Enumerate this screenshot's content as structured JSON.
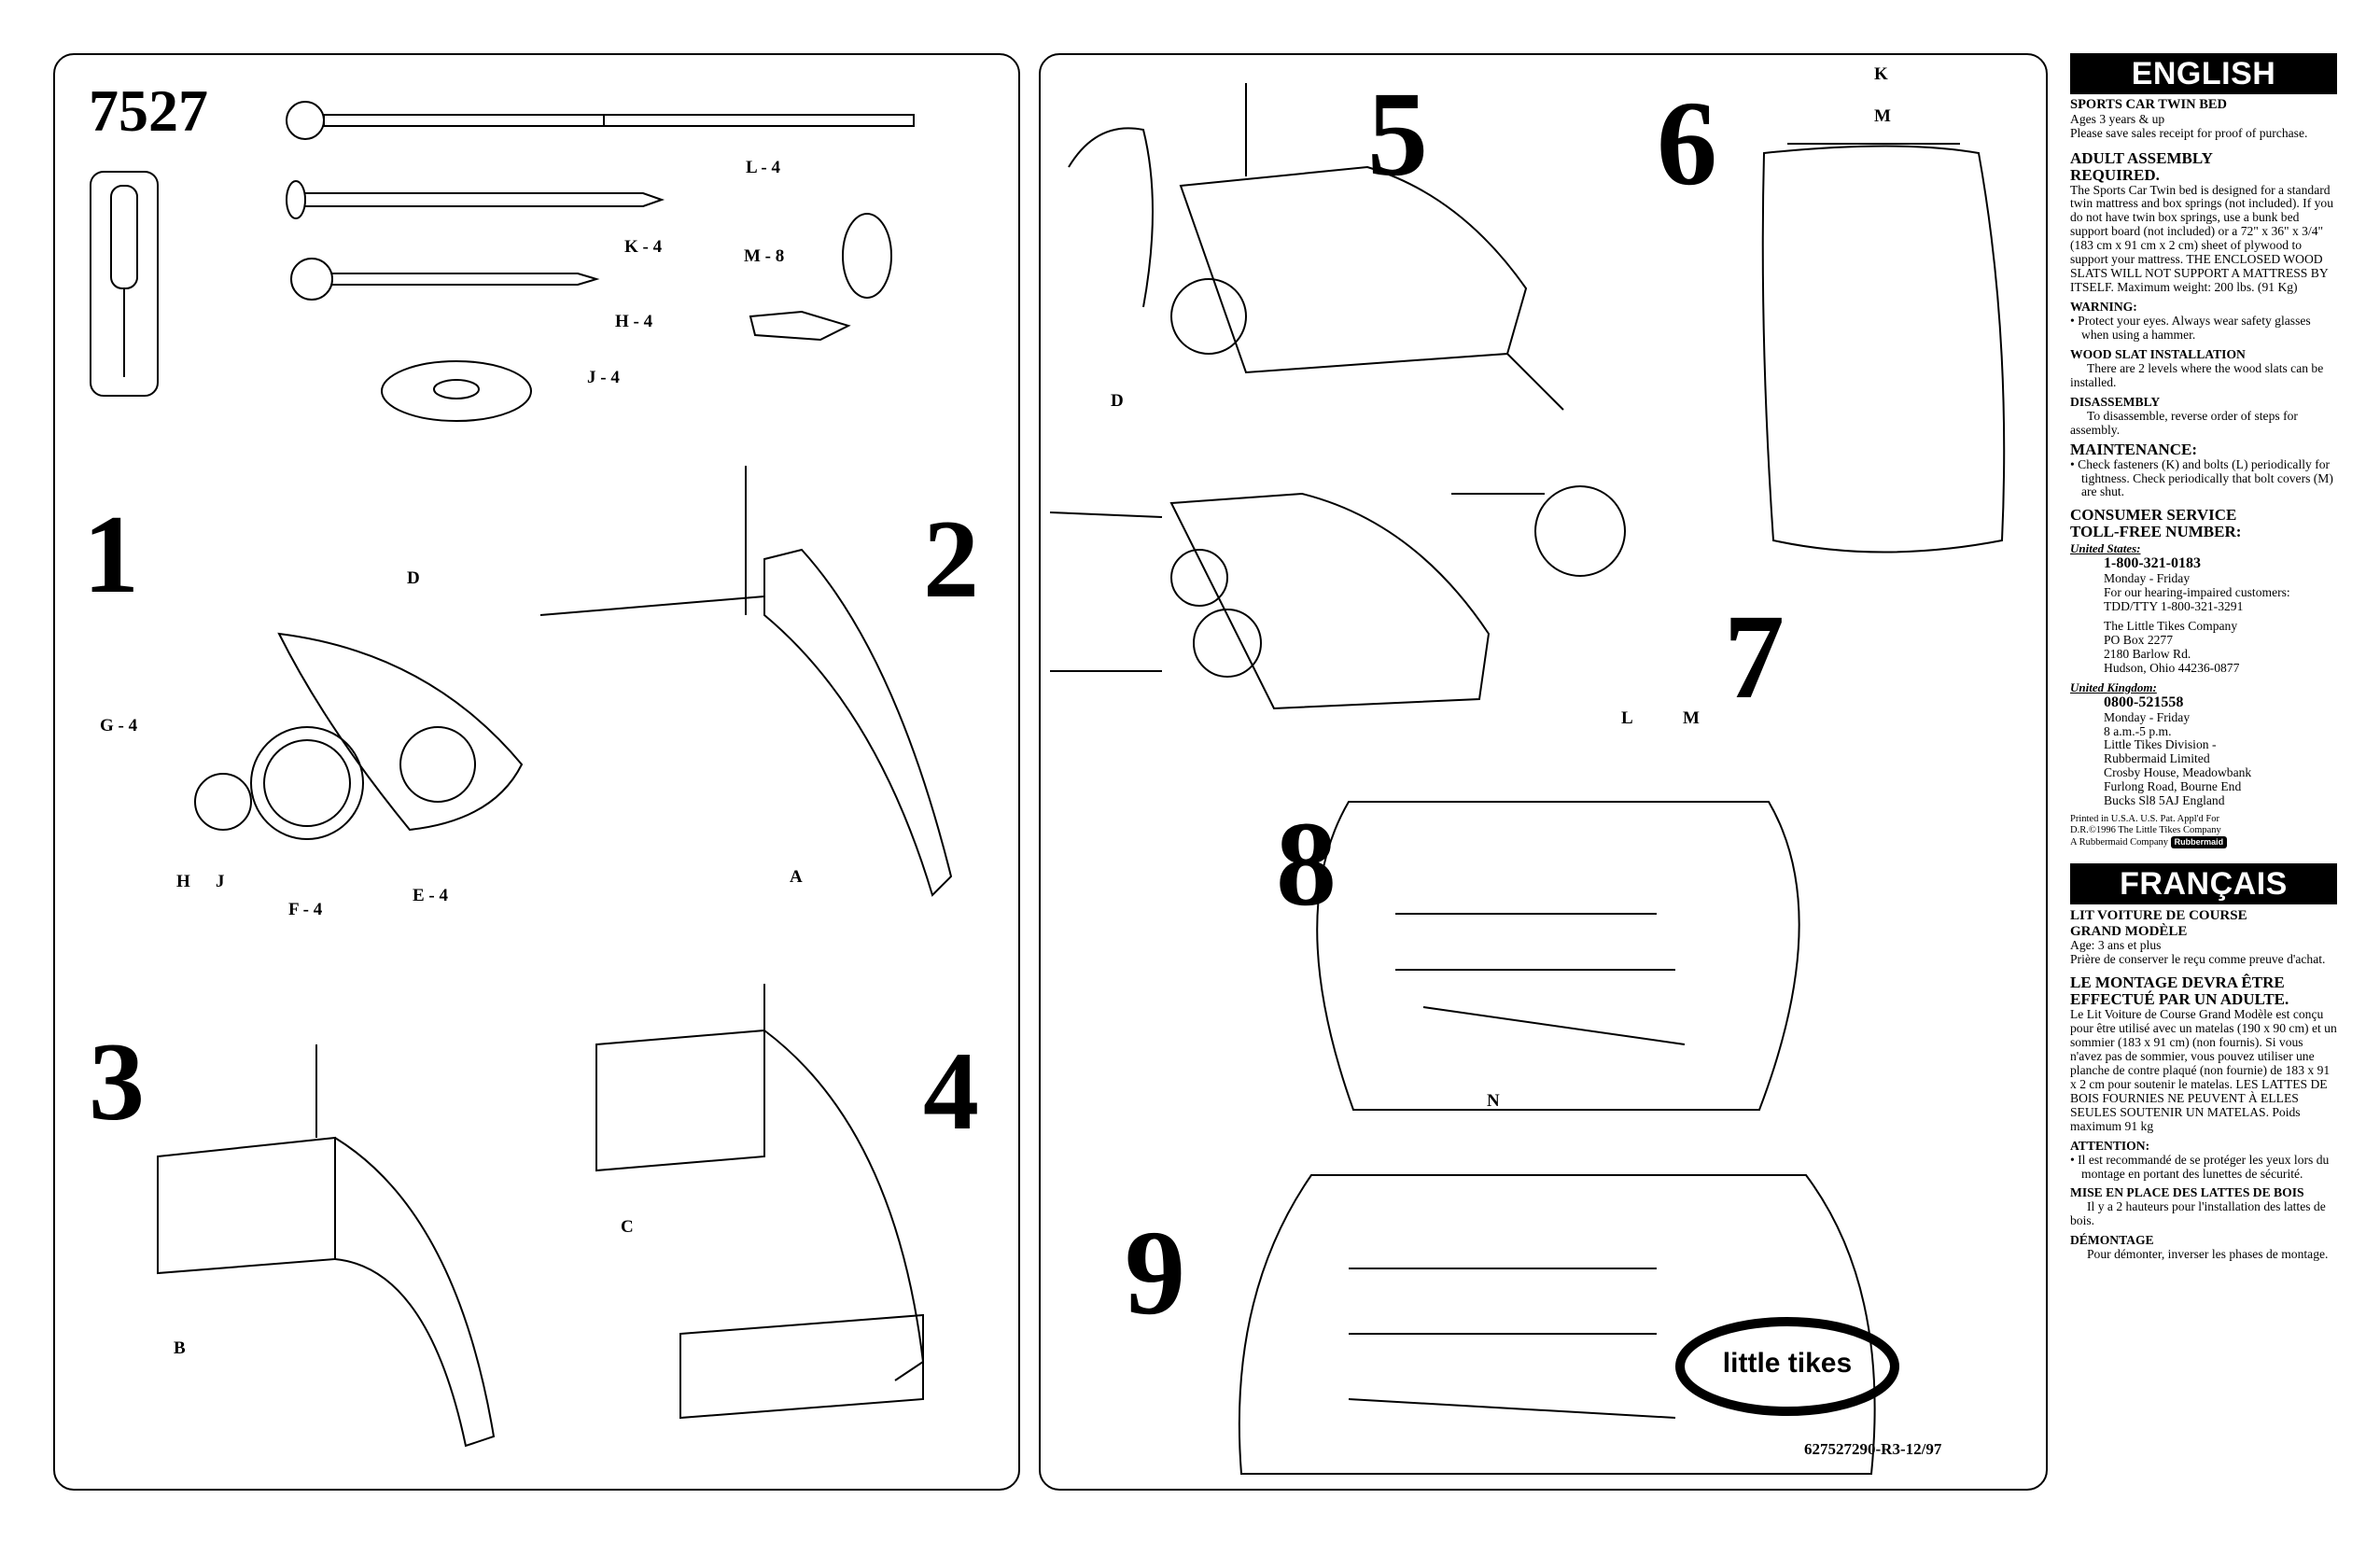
{
  "model_number": "7527",
  "step_numbers": [
    "1",
    "2",
    "3",
    "4",
    "5",
    "6",
    "7",
    "8",
    "9"
  ],
  "parts": {
    "L": "L - 4",
    "K": "K - 4",
    "H": "H - 4",
    "J": "J - 4",
    "M": "M - 8",
    "D": "D",
    "G": "G - 4",
    "H_short": "H",
    "J_short": "J",
    "F": "F - 4",
    "E": "E - 4",
    "A": "A",
    "B": "B",
    "C": "C",
    "K_short": "K",
    "M_short": "M",
    "L_short": "L",
    "N": "N"
  },
  "logo_text": "little tikes",
  "doc_code": "627527290-R3-12/97",
  "english": {
    "banner": "ENGLISH",
    "product": "SPORTS CAR TWIN BED",
    "ages": "Ages 3 years & up",
    "receipt": "Please save sales receipt for proof of purchase.",
    "adult_h1": "ADULT ASSEMBLY",
    "adult_h2": "REQUIRED.",
    "adult_body": "The Sports Car Twin bed is designed for a standard twin mattress and box springs (not included). If you do not have twin box springs, use a bunk bed support board (not included) or a 72\" x 36\" x 3/4\" (183 cm x 91 cm x 2 cm) sheet of plywood to support your mattress. THE ENCLOSED WOOD SLATS WILL NOT SUPPORT A MATTRESS BY ITSELF. Maximum weight: 200 lbs. (91 Kg)",
    "warning_h": "WARNING:",
    "warning_body": "• Protect your eyes. Always wear safety glasses when using a hammer.",
    "slat_h": "WOOD SLAT INSTALLATION",
    "slat_body": "There are 2 levels where the wood slats can be installed.",
    "disassembly_h": "DISASSEMBLY",
    "disassembly_body": "To disassemble, reverse order of steps for assembly.",
    "maint_h": "MAINTENANCE:",
    "maint_body": "• Check fasteners (K) and bolts (L) periodically for tightness. Check periodically that bolt covers (M) are shut.",
    "cs_h1": "CONSUMER SERVICE",
    "cs_h2": "TOLL-FREE NUMBER:",
    "us_label": "United States:",
    "us_phone": "1-800-321-0183",
    "us_hours": "Monday - Friday",
    "us_tdd1": "For our hearing-impaired customers:",
    "us_tdd2": "TDD/TTY 1-800-321-3291",
    "us_addr": [
      "The Little Tikes Company",
      "PO Box 2277",
      "2180 Barlow Rd.",
      "Hudson, Ohio 44236-0877"
    ],
    "uk_label": "United Kingdom:",
    "uk_phone": "0800-521558",
    "uk_addr": [
      "Monday - Friday",
      "8 a.m.-5 p.m.",
      "Little Tikes Division -",
      "Rubbermaid Limited",
      "Crosby House, Meadowbank",
      "Furlong Road, Bourne End",
      "Bucks Sl8 5AJ England"
    ],
    "printed": [
      "Printed in U.S.A. U.S. Pat. Appl'd For",
      "D.R.©1996 The Little Tikes Company",
      "A Rubbermaid Company"
    ],
    "rubbermaid": "Rubbermaid"
  },
  "francais": {
    "banner": "FRANÇAIS",
    "product1": "LIT VOITURE DE COURSE",
    "product2": "GRAND MODÈLE",
    "ages": "Age: 3 ans et plus",
    "receipt": "Prière de conserver le reçu comme preuve d'achat.",
    "adult_h1": "LE MONTAGE DEVRA ÊTRE",
    "adult_h2": "EFFECTUÉ PAR UN ADULTE.",
    "adult_body": "Le Lit Voiture de Course Grand Modèle est conçu pour être utilisé avec un matelas (190 x 90 cm) et un sommier (183 x 91 cm) (non fournis). Si vous n'avez pas de sommier, vous pouvez utiliser une planche de contre plaqué (non fournie) de 183 x 91 x 2 cm pour soutenir le matelas. LES LATTES DE BOIS FOURNIES NE PEUVENT À ELLES SEULES SOUTENIR UN MATELAS. Poids maximum 91 kg",
    "attention_h": "ATTENTION:",
    "attention_body": "• Il est recommandé de se protéger les yeux lors du montage en portant des lunettes de sécurité.",
    "slat_h": "MISE EN PLACE DES LATTES DE BOIS",
    "slat_body": "Il y a 2 hauteurs pour l'installation des lattes de bois.",
    "dem_h": "DÉMONTAGE",
    "dem_body": "Pour démonter, inverser les phases de montage."
  }
}
